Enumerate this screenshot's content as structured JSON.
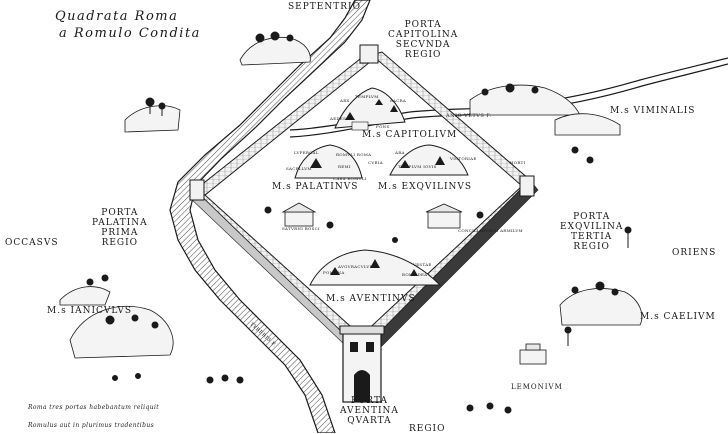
{
  "title": {
    "line1": "Quadrata Roma",
    "line2": "a Romulo Condita"
  },
  "directions": {
    "north": "SEPTENTRIO",
    "west": "OCCASVS",
    "east": "ORIENS"
  },
  "gates": {
    "capitolina": [
      "PORTA",
      "CAPITOLINA",
      "SECVNDA",
      "REGIO"
    ],
    "palatina": [
      "PORTA",
      "PALATINA",
      "PRIMA",
      "REGIO"
    ],
    "exquilina": [
      "PORTA",
      "EXQVILINA",
      "TERTIA",
      "REGIO"
    ],
    "aventina": [
      "PORTA",
      "AVENTINA",
      "QVARTA",
      "REGIO"
    ]
  },
  "hills": {
    "capitolium": "M.s CAPITOLIVM",
    "palatinus": "M.s PALATINVS",
    "exquilinus": "M.s EXQVILINVS",
    "aventinus": "M.s AVENTINVS",
    "viminalis": "M.s VIMINALIS",
    "ianiculus": "M.s IANICVLVS",
    "caelium": "M.s CAELIVM"
  },
  "rivers": {
    "anio": "ANIO VETVS F.",
    "tiber": "TYBERIS F."
  },
  "places": {
    "lemonium": "LEMONIVM",
    "horti": "HORTI",
    "templum": "TEMPLVM",
    "saturni_bosci": "SATVRNI BOSCI",
    "concilia": "CONCILIABVLVM ARMILVM",
    "aedes": "AEDES",
    "sacra": "SACRA",
    "sacellum": "SACELLVM",
    "ara": "ARA",
    "arx": "ARX",
    "curia": "CVRIA",
    "remi": "REMI",
    "roma_q": "ROMVLI ROMA",
    "templ_iovis": "TEMPLVM IOVIS",
    "lupercal": "LVPERCAL",
    "casa": "CASA ROMVLI",
    "fons": "FONS",
    "victoriae": "VICTORIAE",
    "pomona": "POMONA",
    "vestae": "VESTAE",
    "bona": "BONA DEA",
    "auguraculum": "AVGVRACVLVM"
  },
  "notes": {
    "line1": "Roma tres portas habebantum reliquit",
    "line2": "Romulus aut in plurimus tradentibus"
  },
  "colors": {
    "ink": "#1a1a1a",
    "paper": "#ffffff",
    "stone": "#e8e8e8"
  }
}
